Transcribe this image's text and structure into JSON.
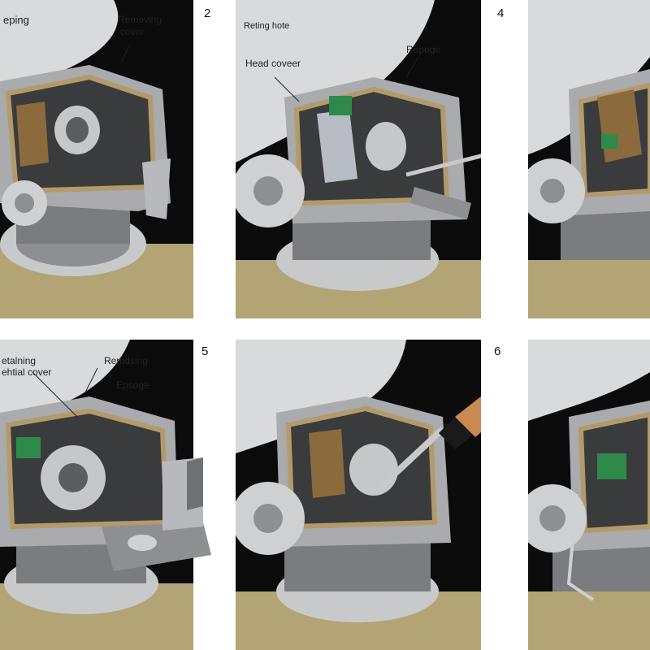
{
  "panels": [
    {
      "number": "2",
      "labels": [
        "eping",
        "Removing",
        "cover"
      ]
    },
    {
      "number": "4",
      "labels": [
        "Reting hote",
        "Head coveer",
        "Repoge"
      ]
    },
    {
      "number": "",
      "labels": []
    },
    {
      "number": "5",
      "labels": [
        "etalning",
        "ehtial cover",
        "Remdsing",
        "Epsoge"
      ]
    },
    {
      "number": "6",
      "labels": []
    },
    {
      "number": "",
      "labels": []
    }
  ],
  "colors": {
    "background_dark": "#0b0b0b",
    "hood_gray": "#d9dadc",
    "housing_metal": "#a9abae",
    "gasket_tan": "#b49a6a",
    "base_olive": "#b3a476",
    "accent_green": "#2e8a4a",
    "brush_handle": "#c98a52"
  },
  "icons": [
    "screwdriver-icon",
    "paintbrush-icon",
    "hex-key-icon",
    "bracket-part-icon"
  ]
}
